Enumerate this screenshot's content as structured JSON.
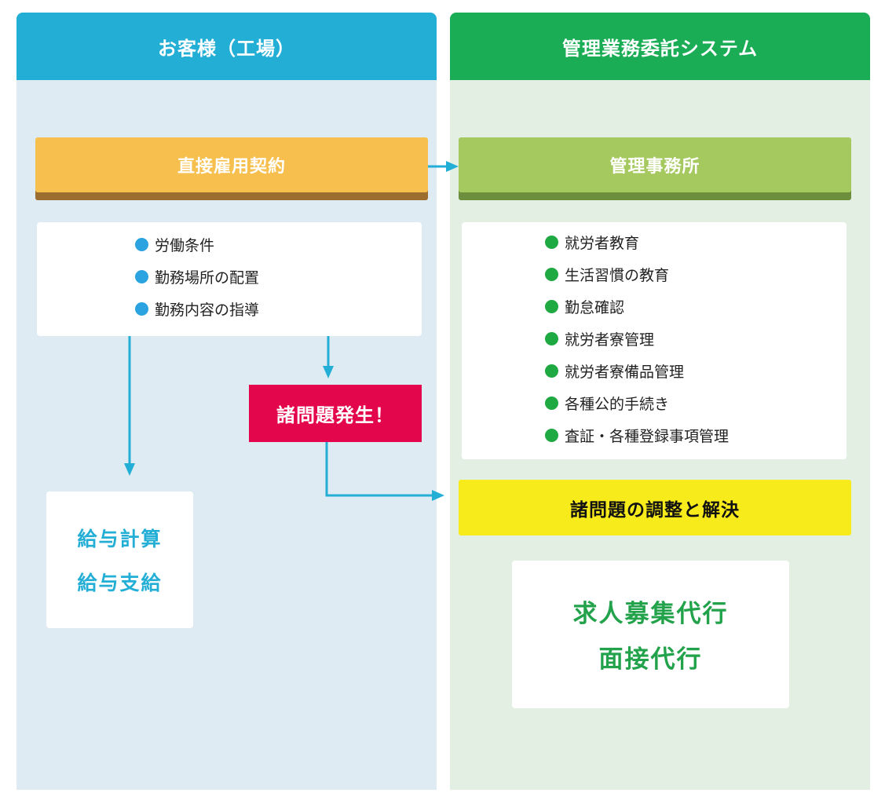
{
  "left_column": {
    "title": "お客様（工場）",
    "contract_bar": "直接雇用契約",
    "duties": [
      "労働条件",
      "勤務場所の配置",
      "勤務内容の指導"
    ],
    "alert": "諸問題発生！",
    "payroll": [
      "給与計算",
      "給与支給"
    ]
  },
  "right_column": {
    "title": "管理業務委託システム",
    "office_bar": "管理事務所",
    "services": [
      "就労者教育",
      "生活習慣の教育",
      "勤怠確認",
      "就労者寮管理",
      "就労者寮備品管理",
      "各種公的手続き",
      "査証・各種登録事項管理"
    ],
    "resolution": "諸問題の調整と解決",
    "recruiting": [
      "求人募集代行",
      "面接代行"
    ]
  },
  "colors": {
    "left_header": "#23aed6",
    "right_header": "#1aad55",
    "left_bg": "#dfebf3",
    "right_bg": "#e3efe3",
    "orange_bar": "#f7c04e",
    "green_bar": "#a5c95f",
    "alert": "#e3064d",
    "resolution": "#f7eb1c",
    "arrow": "#23aed6"
  }
}
